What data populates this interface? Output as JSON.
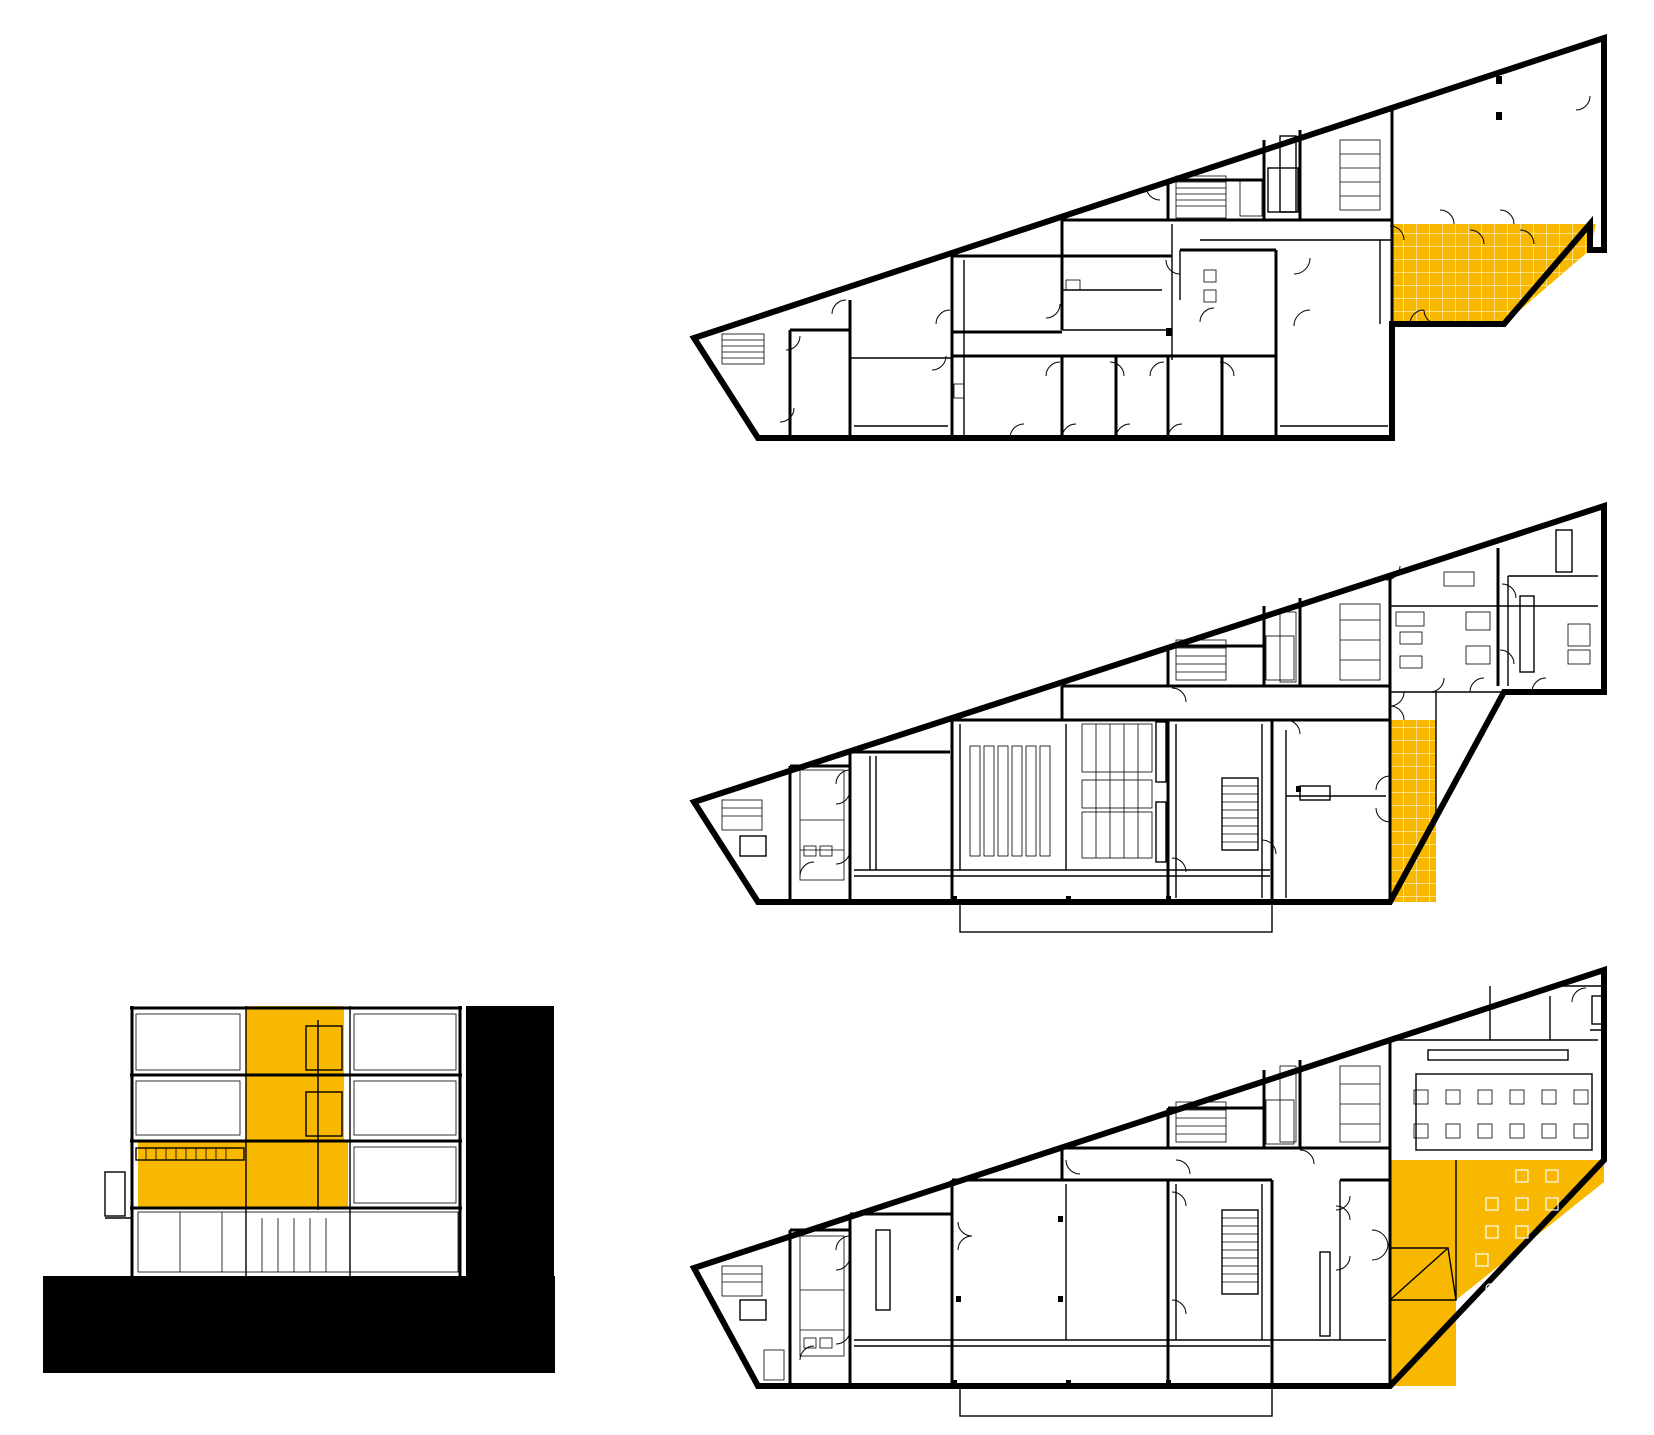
{
  "drawing": {
    "accent_color": "#F8B800",
    "line_color": "#000000",
    "background_color": "#FFFFFF",
    "views": [
      {
        "id": "section",
        "kind": "building-section"
      },
      {
        "id": "plan-upper",
        "kind": "floor-plan"
      },
      {
        "id": "plan-middle",
        "kind": "floor-plan"
      },
      {
        "id": "plan-lower",
        "kind": "floor-plan"
      }
    ]
  }
}
